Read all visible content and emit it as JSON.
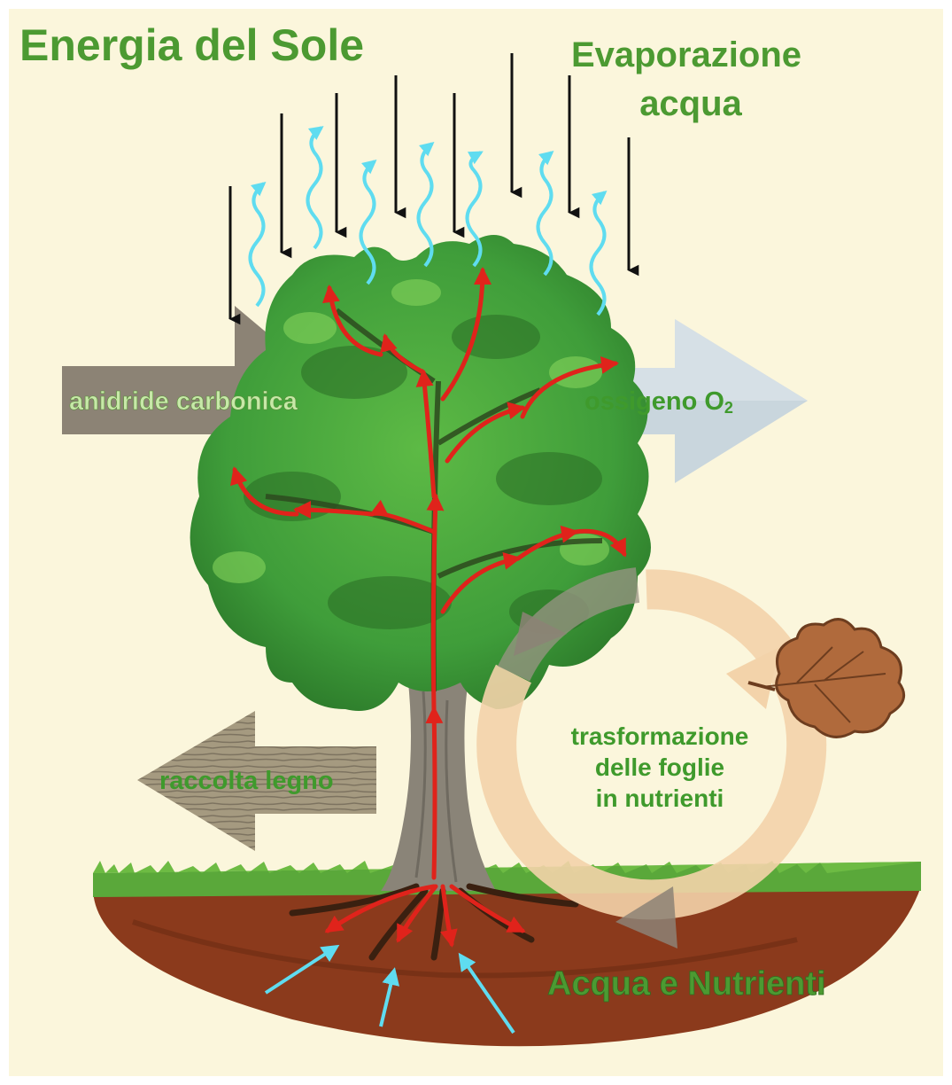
{
  "title": "Energia del Sole",
  "labels": {
    "evaporation_line1": "Evaporazione",
    "evaporation_line2": "acqua",
    "co2": "anidride carbonica",
    "oxygen": "ossigeno O",
    "oxygen_sub": "2",
    "wood": "raccolta legno",
    "leaves_line1": "trasformazione",
    "leaves_line2": "delle foglie",
    "leaves_line3": "in nutrienti",
    "water": "Acqua e Nutrienti"
  },
  "colors": {
    "background": "#fbf6dc",
    "title_green": "#4c9a32",
    "label_green": "#3f9a2c",
    "sun_arrow": "#111111",
    "water_vapor": "#5fdcf0",
    "sap_arrow": "#e0231b",
    "canopy": "#3f9d3a",
    "canopy_light": "#6cc14a",
    "trunk": "#8a8478",
    "soil": "#8b3a1c",
    "grass": "#5aa83a",
    "co2_arrow": "#8c8375",
    "oxygen_arrow": "#c9d6dd",
    "wood_arrow": "#9a8f74",
    "cycle_arrow": "#f3d3aa",
    "leaf": "#b06a3c"
  },
  "icons": [
    "oak-leaf-icon"
  ]
}
